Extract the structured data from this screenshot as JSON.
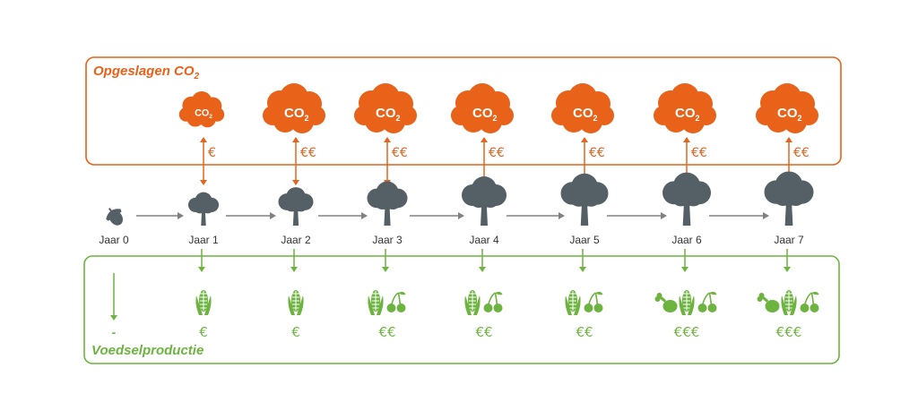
{
  "co2_box": {
    "title": "Opgeslagen CO",
    "title_sub": "2",
    "color": "#e8621a"
  },
  "food_box": {
    "title": "Voedselproductie",
    "color": "#6db33f"
  },
  "cloud": {
    "text": "CO",
    "sub": "2",
    "icon": "cloud-icon"
  },
  "arrow_color": "#808080",
  "tree_color": "#555f66",
  "stages": [
    {
      "year": "Jaar 0",
      "icon": "acorn-icon",
      "co2_value": "",
      "food_value": "-",
      "crops": []
    },
    {
      "year": "Jaar 1",
      "icon": "tree-icon",
      "co2_value": "€",
      "food_value": "€",
      "crops": [
        "corn-icon"
      ]
    },
    {
      "year": "Jaar 2",
      "icon": "tree-icon",
      "co2_value": "€€",
      "food_value": "€",
      "crops": [
        "corn-icon"
      ]
    },
    {
      "year": "Jaar 3",
      "icon": "tree-icon",
      "co2_value": "€€",
      "food_value": "€€",
      "crops": [
        "corn-icon",
        "cherries-icon"
      ]
    },
    {
      "year": "Jaar 4",
      "icon": "tree-icon",
      "co2_value": "€€",
      "food_value": "€€",
      "crops": [
        "corn-icon",
        "cherries-icon"
      ]
    },
    {
      "year": "Jaar 5",
      "icon": "tree-icon",
      "co2_value": "€€",
      "food_value": "€€",
      "crops": [
        "corn-icon",
        "cherries-icon"
      ]
    },
    {
      "year": "Jaar 6",
      "icon": "tree-icon",
      "co2_value": "€€",
      "food_value": "€€€",
      "crops": [
        "meat-icon",
        "corn-icon",
        "cherries-icon"
      ]
    },
    {
      "year": "Jaar 7",
      "icon": "tree-icon",
      "co2_value": "€€",
      "food_value": "€€€",
      "crops": [
        "meat-icon",
        "corn-icon",
        "cherries-icon"
      ]
    }
  ]
}
